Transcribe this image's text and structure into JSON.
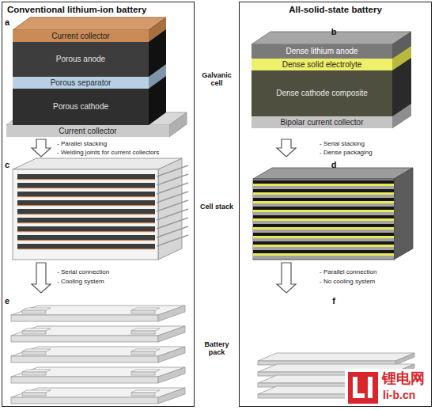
{
  "diagram": {
    "nodes": [
      {
        "text": [
          "Conventional lithium-ion battery"
        ]
      },
      {
        "text": [
          "a"
        ],
        "in": 0
      },
      {
        "text": [
          "Current collector"
        ],
        "in": 1
      },
      {
        "text": [
          "Porous anode"
        ],
        "in": 1
      },
      {
        "text": [
          "Porous separator"
        ],
        "in": 1
      },
      {
        "text": [
          "Porous cathode"
        ],
        "in": 1
      },
      {
        "text": [
          "Current collector"
        ],
        "in": 1
      },
      {
        "text": [
          "c"
        ],
        "in": 0
      },
      {
        "text": [
          "e"
        ],
        "in": 0
      },
      {
        "text": [
          "All-solid-state battery"
        ]
      },
      {
        "text": [
          "b"
        ],
        "in": 9
      },
      {
        "text": [
          "Dense lithium anode"
        ],
        "in": 10
      },
      {
        "text": [
          "Dense solid electrolyte"
        ],
        "in": 10
      },
      {
        "text": [
          "Dense cathode composite"
        ],
        "in": 10
      },
      {
        "text": [
          "Bipolar current collector"
        ],
        "in": 10
      },
      {
        "text": [
          "d"
        ],
        "in": 9
      },
      {
        "text": [
          "f"
        ],
        "in": 9
      }
    ],
    "edges": [
      {
        "from": 1,
        "to": 7,
        "arrow": "to"
      },
      {
        "from": 7,
        "to": 8,
        "arrow": "to"
      },
      {
        "from": 10,
        "to": 15,
        "arrow": "to"
      },
      {
        "from": 15,
        "to": 16,
        "arrow": "to"
      }
    ],
    "labels": [
      "Galvanic cell",
      "- Parallel stacking",
      "- Welding joints for current collectors",
      "- Serial stacking",
      "- Dense packaging",
      "Cell stack",
      "- Serial connection",
      "- Cooling system",
      "- Parallel connection",
      "- No cooling system",
      "Battery pack",
      "锂电网",
      "li-b.cn"
    ]
  }
}
